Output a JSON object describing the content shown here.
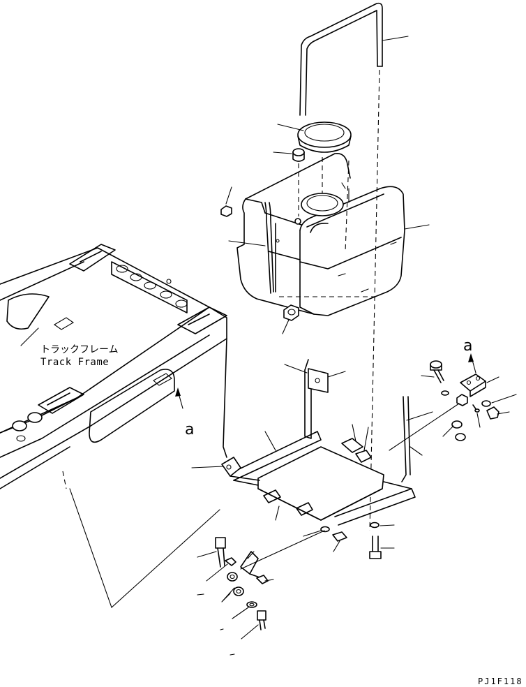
{
  "labels": {
    "track_frame_jp": "トラックフレーム",
    "track_frame_en": "Track Frame",
    "view_arrow_upper": "a",
    "view_arrow_lower": "a",
    "drawing_code": "PJ1F118"
  }
}
